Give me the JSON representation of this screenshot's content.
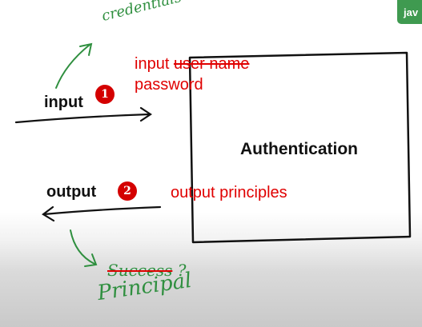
{
  "diagram": {
    "box_title": "Authentication",
    "input_label": "input",
    "output_label": "output",
    "handwritten_credentials": "credentials",
    "handwritten_success": "Success",
    "handwritten_question": "?",
    "handwritten_principal": "Principal"
  },
  "annotations": {
    "step1_number": "1",
    "step1_prefix": "input ",
    "step1_struck": "user name",
    "step1_line2": "password",
    "step2_number": "2",
    "step2_text": "output principles"
  },
  "corner_tab": {
    "label": "jav"
  },
  "colors": {
    "annotation_red": "#e00000",
    "badge_red": "#d40000",
    "handwriting_green": "#2f8f3f",
    "ink": "#111111",
    "tab_green": "#3f9a50"
  }
}
